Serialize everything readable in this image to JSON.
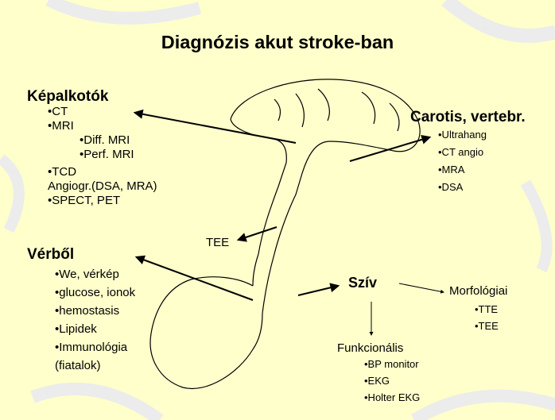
{
  "title": "Diagnózis akut stroke-ban",
  "kepalkotok": {
    "heading": "Képalkotók",
    "items": [
      "•CT",
      "•MRI",
      "•Diff. MRI",
      "•Perf. MRI",
      "•TCD",
      "Angiogr.(DSA, MRA)",
      "•SPECT, PET"
    ]
  },
  "carotis": {
    "heading": "Carotis, vertebr.",
    "items": [
      "•Ultrahang",
      "•CT angio",
      "•MRA",
      "•DSA"
    ]
  },
  "tee_label": "TEE",
  "verbol": {
    "heading": "Vérből",
    "items": [
      "•We, vérkép",
      "•glucose, ionok",
      "•hemostasis",
      "•Lipidek",
      "•Immunológia",
      "(fiatalok)"
    ]
  },
  "sziv": {
    "label": "Szív"
  },
  "morfologiai": {
    "label": "Morfológiai",
    "items": [
      "•TTE",
      "•TEE"
    ]
  },
  "funkcionalis": {
    "label": "Funkcionális",
    "items": [
      "•BP monitor",
      "•EKG",
      "•Holter EKG"
    ]
  },
  "colors": {
    "background": "#ffffcc",
    "ink": "#000000",
    "decor": "#e9e9e9"
  }
}
